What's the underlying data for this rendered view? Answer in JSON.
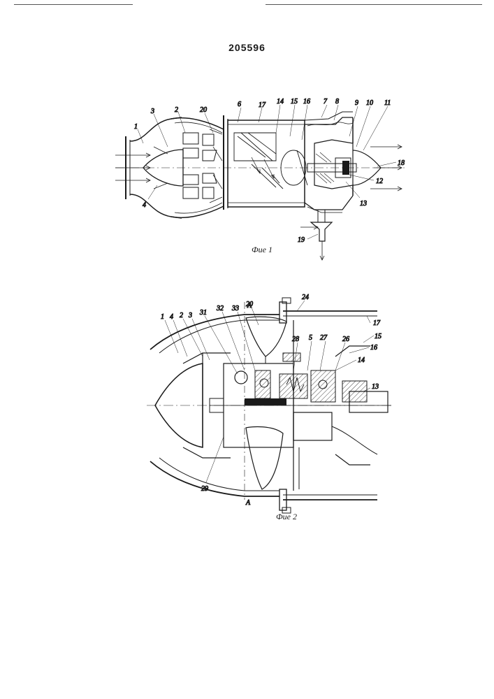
{
  "patent_number": "205596",
  "figure1": {
    "caption": "Фие 1",
    "labels": [
      "1",
      "2",
      "3",
      "4",
      "6",
      "17",
      "14",
      "15",
      "16",
      "7",
      "8",
      "9",
      "10",
      "11",
      "18",
      "12",
      "13",
      "19",
      "20"
    ]
  },
  "figure2": {
    "caption": "Фие 2",
    "section_mark": "A",
    "labels": [
      "1",
      "4",
      "2",
      "3",
      "31",
      "32",
      "33",
      "20",
      "24",
      "17",
      "15",
      "16",
      "14",
      "13",
      "28",
      "5",
      "27",
      "26",
      "29"
    ]
  },
  "colors": {
    "ink": "#1a1a1a",
    "paper": "#ffffff"
  }
}
